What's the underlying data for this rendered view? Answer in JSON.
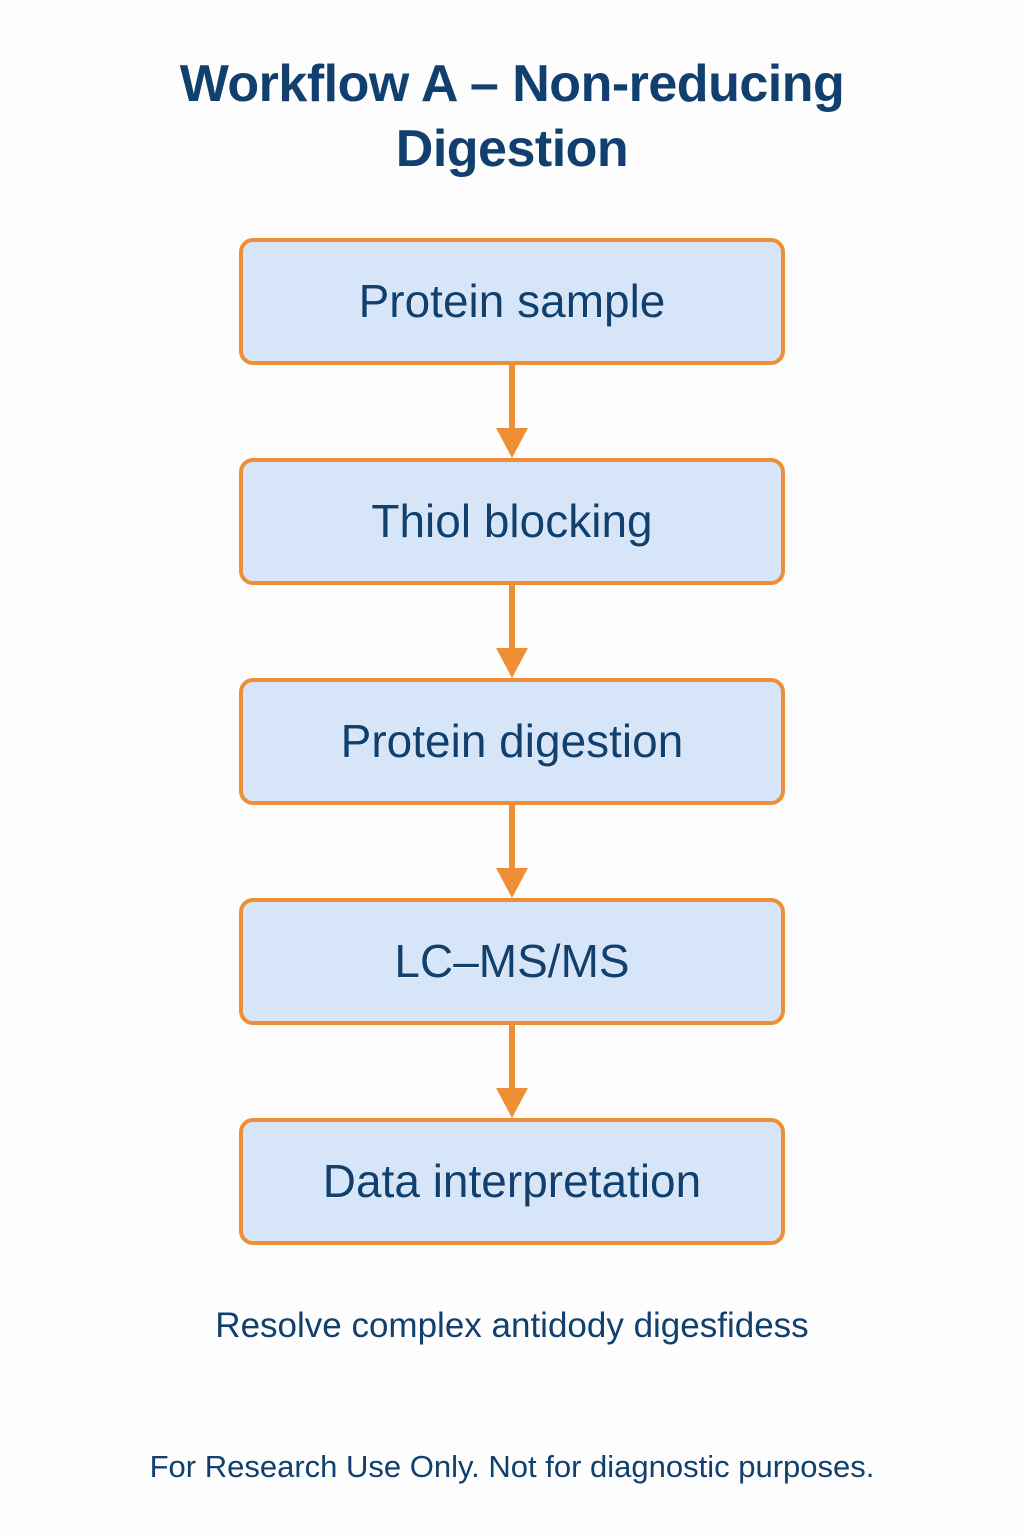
{
  "page": {
    "background_color": "#fdfdfe",
    "accent_color": "#ee8f35",
    "node_fill_color": "#d6e6f8",
    "text_color": "#11406e"
  },
  "title": {
    "line1": "Workflow A – Non-reducing",
    "line2": "Digestion",
    "full": "Workflow A – Non-reducing Digestion"
  },
  "chart_data": {
    "type": "diagram",
    "diagram_type": "flowchart",
    "orientation": "vertical",
    "title": "Workflow A – Non-reducing Digestion",
    "nodes": [
      {
        "id": "n1",
        "label": "Protein sample"
      },
      {
        "id": "n2",
        "label": "Thiol blocking"
      },
      {
        "id": "n3",
        "label": "Protein digestion"
      },
      {
        "id": "n4",
        "label": "LC–MS/MS"
      },
      {
        "id": "n5",
        "label": "Data interpretation"
      }
    ],
    "edges": [
      {
        "from": "n1",
        "to": "n2",
        "style": "arrow-down"
      },
      {
        "from": "n2",
        "to": "n3",
        "style": "arrow-down"
      },
      {
        "from": "n3",
        "to": "n4",
        "style": "arrow-down"
      },
      {
        "from": "n4",
        "to": "n5",
        "style": "arrow-down"
      }
    ],
    "legend": [],
    "annotations": [
      "Resolve complex antidody digesfidess",
      "For Research Use Only. Not for diagnostic purposes."
    ]
  },
  "flow": {
    "steps": [
      {
        "label": "Protein sample"
      },
      {
        "label": "Thiol blocking"
      },
      {
        "label": "Protein digestion"
      },
      {
        "label": "LC–MS/MS"
      },
      {
        "label": "Data interpretation"
      }
    ]
  },
  "caption": {
    "text": "Resolve complex antidody digesfidess"
  },
  "footer": {
    "text": "For Research Use Only. Not for diagnostic purposes."
  }
}
